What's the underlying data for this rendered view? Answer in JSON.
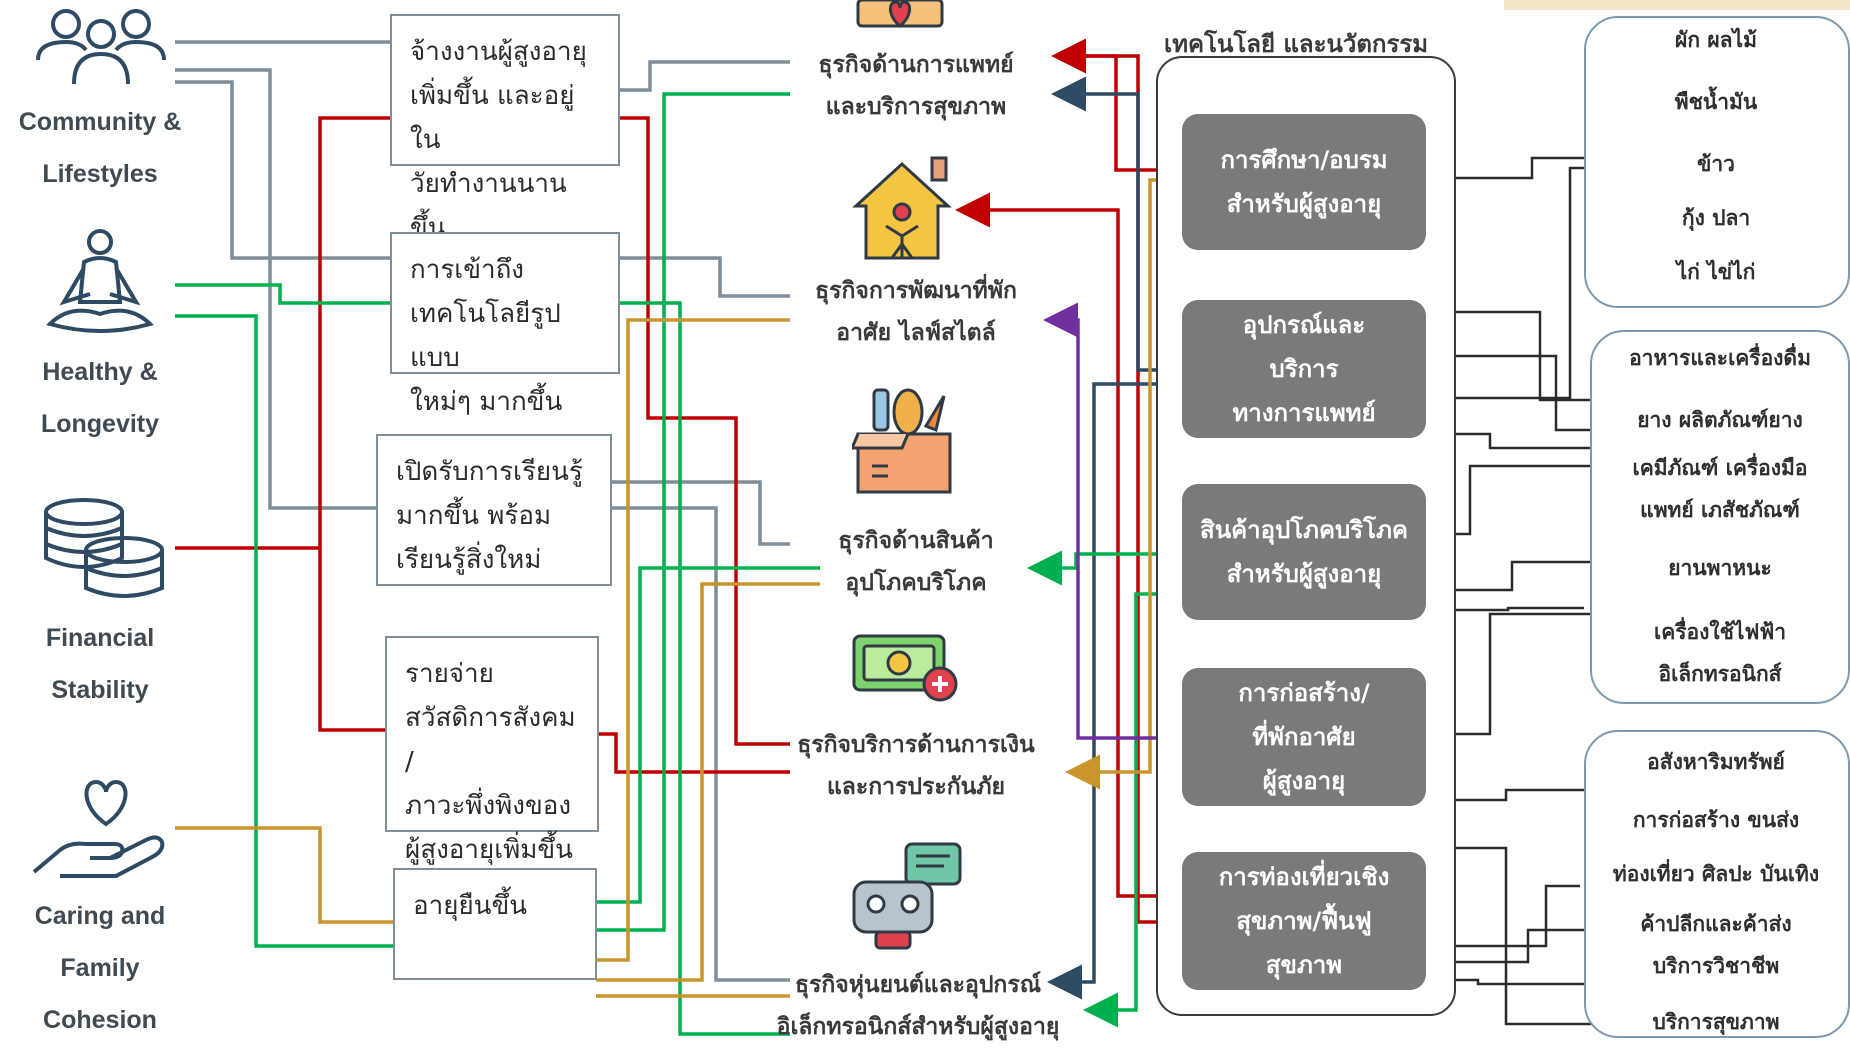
{
  "themes": [
    {
      "line1": "Community &",
      "line2": "Lifestyles",
      "line3": ""
    },
    {
      "line1": "Healthy &",
      "line2": "Longevity",
      "line3": ""
    },
    {
      "line1": "Financial",
      "line2": "Stability",
      "line3": ""
    },
    {
      "line1": "Caring and",
      "line2": "Family",
      "line3": "Cohesion"
    }
  ],
  "trends": [
    {
      "lines": [
        "จ้างงานผู้สูงอายุ",
        "เพิ่มขึ้น และอยู่ใน",
        "วัยทำงานนานขึ้น"
      ]
    },
    {
      "lines": [
        "การเข้าถึง",
        "เทคโนโลยีรูปแบบ",
        "ใหม่ๆ มากขึ้น"
      ]
    },
    {
      "lines": [
        "เปิดรับการเรียนรู้",
        "มากขึ้น พร้อม",
        "เรียนรู้สิ่งใหม่"
      ]
    },
    {
      "lines": [
        "รายจ่าย",
        "สวัสดิการสังคม /",
        "ภาวะพึ่งพิงของ",
        "ผู้สูงอายุเพิ่มขึ้น"
      ]
    },
    {
      "lines": [
        "อายุยืนขึ้น"
      ]
    }
  ],
  "businesses": [
    {
      "line1": "ธุรกิจด้านการแพทย์",
      "line2": "และบริการสุขภาพ"
    },
    {
      "line1": "ธุรกิจการพัฒนาที่พัก",
      "line2": "อาศัย ไลฟ์สไตล์"
    },
    {
      "line1": "ธุรกิจด้านสินค้า",
      "line2": "อุปโภคบริโภค"
    },
    {
      "line1": "ธุรกิจบริการด้านการเงิน",
      "line2": "และการประกันภัย"
    },
    {
      "line1": "ธุรกิจหุ่นยนต์และอุปกรณ์",
      "line2": "อิเล็กทรอนิกส์สำหรับผู้สูงอายุ"
    }
  ],
  "tech_title": "เทคโนโลยี และนวัตกรรม",
  "technologies": [
    {
      "lines": [
        "การศึกษา/อบรม",
        "สำหรับผู้สูงอายุ"
      ]
    },
    {
      "lines": [
        "อุปกรณ์และ",
        "บริการ",
        "ทางการแพทย์"
      ]
    },
    {
      "lines": [
        "สินค้าอุปโภคบริโภค",
        "สำหรับผู้สูงอายุ"
      ]
    },
    {
      "lines": [
        "การก่อสร้าง/",
        "ที่พักอาศัย",
        "ผู้สูงอายุ"
      ]
    },
    {
      "lines": [
        "การท่องเที่ยวเชิง",
        "สุขภาพ/ฟื้นฟู",
        "สุขภาพ"
      ]
    }
  ],
  "sectors": {
    "group1": [
      "ผัก ผลไม้",
      "พืชน้ำมัน",
      "ข้าว",
      "กุ้ง ปลา",
      "ไก่ ไข่ไก่"
    ],
    "group2": [
      "อาหารและเครื่องดื่ม",
      "ยาง ผลิตภัณฑ์ยาง",
      "เคมีภัณฑ์ เครื่องมือ",
      "แพทย์ เภสัชภัณฑ์",
      "ยานพาหนะ",
      "เครื่องใช้ไฟฟ้า",
      "อิเล็กทรอนิกส์"
    ],
    "group3": [
      "อสังหาริมทรัพย์",
      "การก่อสร้าง ขนส่ง",
      "ท่องเที่ยว ศิลปะ บันเทิง",
      "ค้าปลีกและค้าส่ง",
      "บริการวิชาชีพ",
      "บริการสุขภาพ"
    ]
  },
  "colors": {
    "gray": "#7f8e99",
    "red": "#c00000",
    "green": "#00b050",
    "gold": "#c9952c",
    "navy": "#2f4a63",
    "purple": "#7030a0",
    "tech_box": "#7a7a7a"
  }
}
